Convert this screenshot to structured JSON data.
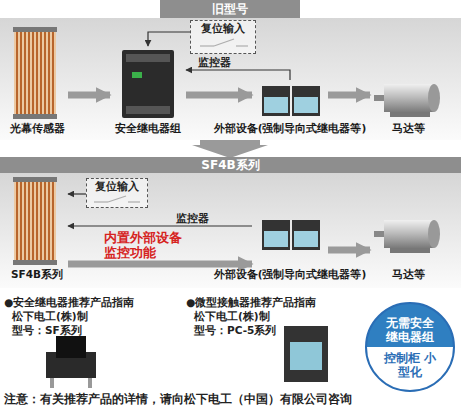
{
  "diagram": {
    "nodes": [
      {
        "text": [
          "旧型号"
        ]
      },
      {
        "text": [
          "复位输入"
        ]
      },
      {
        "text": [
          "光幕传感器"
        ]
      },
      {
        "text": [
          "安全继电器组"
        ]
      },
      {
        "text": [
          "外部设备(强制导向式继电器等)"
        ]
      },
      {
        "text": [
          "马达等"
        ]
      },
      {
        "text": [
          "SF4B系列"
        ]
      },
      {
        "text": [
          "复位输入"
        ]
      },
      {
        "text": [
          "SF4B系列"
        ]
      },
      {
        "text": [
          "外部设备(强制导向式继电器等)"
        ]
      },
      {
        "text": [
          "马达等"
        ]
      },
      {
        "text": [
          "无需安全 继电器组",
          "控制柜 小型化"
        ]
      }
    ],
    "edges": [
      {
        "from": 2,
        "to": 3,
        "arrow": "to"
      },
      {
        "from": 3,
        "to": 4,
        "arrow": "to"
      },
      {
        "from": 4,
        "to": 5,
        "arrow": "to"
      },
      {
        "from": 1,
        "to": 3,
        "arrow": "to"
      },
      {
        "from": 4,
        "to": 3,
        "label": "监控器",
        "arrow": "to"
      },
      {
        "from": 7,
        "to": 8,
        "arrow": "to"
      },
      {
        "from": 8,
        "to": 9,
        "arrow": "to"
      },
      {
        "from": 9,
        "to": 10,
        "arrow": "to"
      },
      {
        "from": 9,
        "to": 8,
        "label": "监控器",
        "arrow": "to"
      }
    ],
    "labels": [
      "内置外部设备 监控功能",
      "●安全继电器推荐产品指南",
      "松下电工(株)制",
      "型号：SF系列",
      "●微型接触器推荐产品指南",
      "松下电工(株)制",
      "型号：PC-5系列",
      "注意：有关推荐产品的详情，请向松下电工（中国）有限公司咨询"
    ]
  }
}
